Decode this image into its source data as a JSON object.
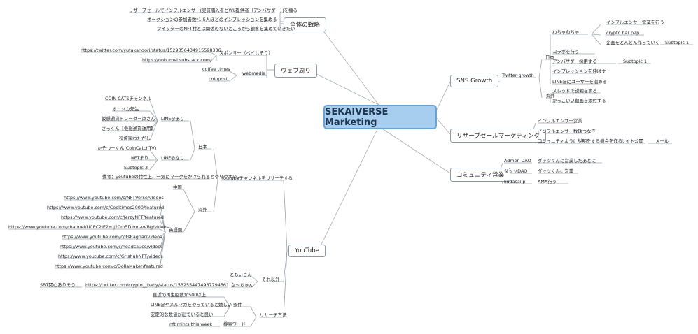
{
  "root": "SEKAIVERSE Marketing",
  "strategy": {
    "label": "全体の戦略",
    "items": [
      "リザーブセールでインフルエンサー(実質購入者とWL提供者（アンバサダー）)を擁る",
      "オークションの参加者数*1.5人ほどのインプレッションを集める",
      "ツイッターのNFT村とは関係のないところから顧客を集めていきたい"
    ]
  },
  "web": {
    "label": "ウェブ周り",
    "sponsor_label": "スポンサー（ペイしそう）",
    "sponsor_urls": [
      "https://twitter.com/yutakandori/status/1529356434915598336",
      "https://nobumei.substack.com/"
    ],
    "webmedia_label": "webmedia",
    "webmedia_items": [
      "coffee times",
      "coinpost"
    ]
  },
  "sns": {
    "label": "SNS Growth",
    "twitter": "Twitter growth",
    "japan": "日本",
    "wachawacha": "わちゃわちゃ",
    "wachawacha_items": [
      "インフルエンサー営業を行う",
      "crypto bar p2p",
      "企画をどんどん作っていく"
    ],
    "subtopic": "Subtopic 1",
    "japan_items": [
      "コラボを行う",
      "アンバサダー採用する",
      "インプレッションを伸ばす",
      "LINE@にユーザーを溜める"
    ],
    "ambassador_sub": "Subtopic 1",
    "overseas": "海外",
    "overseas_items": [
      "スレッドで説明をする",
      "かっこいい動画を添付する"
    ]
  },
  "reserve": {
    "label": "リザーブセールマーケティング",
    "items": [
      "インフルエンサー営業",
      "インフルエンサー数珠つなぎ",
      "コミュニティように説明をする機会を作る"
    ],
    "site": "サイト公開",
    "mail": "メール"
  },
  "community": {
    "label": "コミュニティ営業",
    "rows": [
      {
        "a": "Admen DAO",
        "b": "ダッツくんに営業したあとに"
      },
      {
        "a": "ダッツDAO",
        "b": "ダッツくんに営業"
      },
      {
        "a": "kudasaijp",
        "b": "AMA行う"
      }
    ]
  },
  "youtube": {
    "label": "YouTube",
    "research": "Youtubeチャンネルをリサーチする",
    "japan": "日本",
    "line_yes": "LINE@あり",
    "line_yes_items": [
      "COIN CATSチャンネル",
      "オニツカ先生",
      "仮想通貨トレーダー添さん",
      "さっくん【仮想通貨運用】",
      "投資家わたがし"
    ],
    "line_no": "LINE@なし",
    "line_no_items": [
      "かそつーくん(CoinCatchTV)",
      "NFTまり",
      "Subtopic 3"
    ],
    "note": "備考：youtubeの特性上、一気にマークをかけられるとやりやすい。",
    "overseas": "海外",
    "china": "中国",
    "english": "英語圏",
    "english_urls": [
      "https://www.youtube.com/c/NFTVerse/videos",
      "https://www.youtube.com/c/Cooltimes2000/featured",
      "https://www.youtube.com/c/JerzyNFT/featured",
      "https://www.youtube.com/channel/UCPC2iE2Yuj20m5Dimn-vVBg/videos",
      "https://www.youtube.com/c/ItsRagnar/videos",
      "https://www.youtube.com/c/headsauce/videos",
      "https://www.youtube.com/c/GrishuhNFT/videos",
      "https://www.youtube.com/c/DollaMaker/featured"
    ],
    "other": "それ以外",
    "tomoi": "ともいさん",
    "nachan": "な〜ちゃん",
    "nachan_url": "https://twitter.com/crypto__baby/status/1532554474937794561",
    "sbt": "SBT関心ありそう",
    "method": "リサーチ方法",
    "condition": "条件",
    "condition_items": [
      "直近の再生回数が500以上",
      "LINE@やメルマガをやっていると嬉しい",
      "安定的な数値が出ていると良い"
    ],
    "search_word": "検索ワード",
    "search_item": "nft mints this week"
  }
}
